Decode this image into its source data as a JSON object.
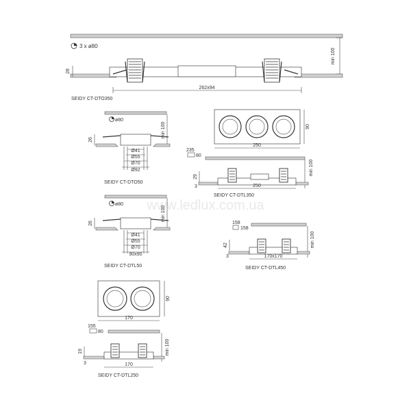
{
  "top": {
    "holes": "3 x ø80",
    "min_height": "min 100",
    "height": "28",
    "width": "262x94",
    "title": "SEIDY CT-DTO350"
  },
  "dto50": {
    "hole": "ø80",
    "min_height": "min 100",
    "height": "26",
    "d1": "Ø41",
    "d2": "Ø55",
    "d3": "Ø70",
    "d4": "Ø92",
    "title": "SEIDY CT-DTO50"
  },
  "dtl350": {
    "depth": "90",
    "width_top": "250",
    "cut_a": "235",
    "cut_b": "80",
    "min_height": "min 100",
    "height": "29",
    "small": "3",
    "width_bottom": "250",
    "title": "SEIDY CT-DTL350"
  },
  "dtl50": {
    "hole": "ø80",
    "min_height": "min 100",
    "height": "26",
    "d1": "Ø41",
    "d2": "Ø55",
    "d3": "Ø70",
    "size": "90x90",
    "title": "SEIDY CT-DTL50"
  },
  "dtl450": {
    "cut_a": "158",
    "cut_b": "158",
    "min_height": "min 100",
    "height": "42",
    "small": "3",
    "size": "170x170",
    "title": "SEIDY CT-DTL450"
  },
  "dtl250": {
    "depth": "90",
    "width_top": "170",
    "cut_a": "155",
    "cut_b": "80",
    "min_height": "min 100",
    "height": "19",
    "small": "3",
    "width_bottom": "170",
    "title": "SEIDY CT-DTL250"
  },
  "watermark": "www.ledlux.com.ua"
}
